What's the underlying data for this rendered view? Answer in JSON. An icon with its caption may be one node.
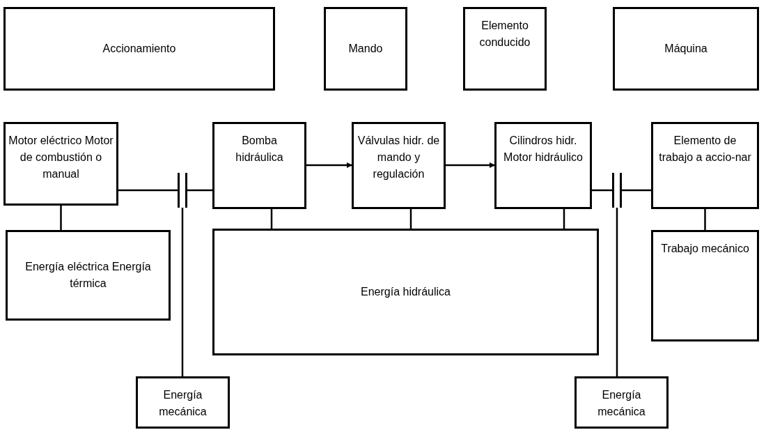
{
  "diagram": {
    "nodes": [
      {
        "text": [
          "Accionamiento"
        ]
      },
      {
        "text": [
          "Mando"
        ]
      },
      {
        "text": [
          "Elemento conducido"
        ]
      },
      {
        "text": [
          "Máquina"
        ]
      },
      {
        "text": [
          "Motor eléctrico Motor de combustión o manual"
        ]
      },
      {
        "text": [
          "Bomba hidráulica"
        ]
      },
      {
        "text": [
          "Válvulas hidr. de mando y regulación"
        ]
      },
      {
        "text": [
          "Cilindros hidr. Motor hidráulico"
        ]
      },
      {
        "text": [
          "Elemento de trabajo a accio-nar"
        ]
      },
      {
        "text": [
          "Energía eléctrica Energía térmica"
        ]
      },
      {
        "text": [
          "Energía hidráulica"
        ]
      },
      {
        "text": [
          "Trabajo mecánico"
        ]
      },
      {
        "text": [
          "Energía mecánica"
        ]
      },
      {
        "text": [
          "Energía mecánica"
        ]
      },
      {
        "text": [],
        "shape": "bar"
      },
      {
        "text": [],
        "shape": "bar"
      }
    ],
    "edges": [
      {
        "from": 4,
        "to": 14,
        "arrow": "none"
      },
      {
        "from": 14,
        "to": 5,
        "arrow": "none"
      },
      {
        "from": 5,
        "to": 6,
        "arrow": "to"
      },
      {
        "from": 6,
        "to": 7,
        "arrow": "to"
      },
      {
        "from": 7,
        "to": 15,
        "arrow": "none"
      },
      {
        "from": 15,
        "to": 8,
        "arrow": "none"
      },
      {
        "from": 4,
        "to": 9,
        "arrow": "none"
      },
      {
        "from": 5,
        "to": 10,
        "arrow": "none"
      },
      {
        "from": 6,
        "to": 10,
        "arrow": "none"
      },
      {
        "from": 7,
        "to": 10,
        "arrow": "none"
      },
      {
        "from": 8,
        "to": 11,
        "arrow": "none"
      },
      {
        "from": 12,
        "to": 14,
        "arrow": "none"
      },
      {
        "from": 13,
        "to": 15,
        "arrow": "none"
      }
    ]
  }
}
